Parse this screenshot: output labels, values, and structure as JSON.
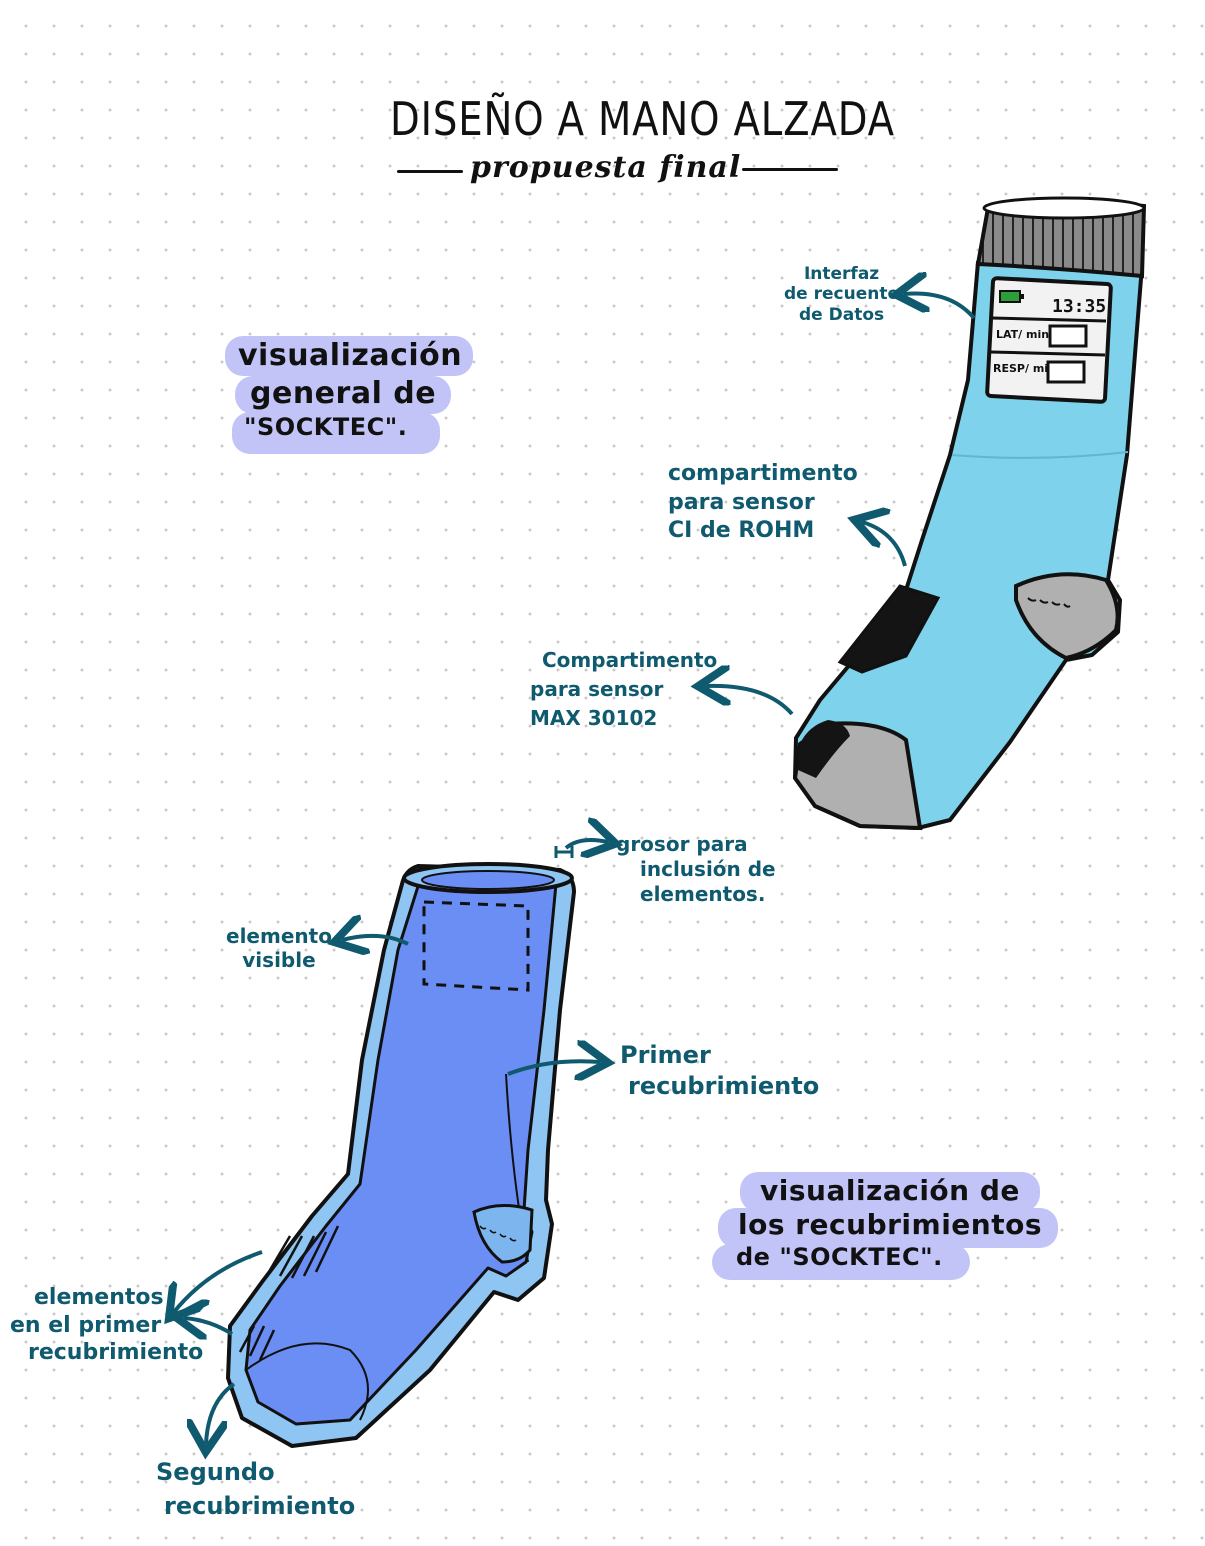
{
  "header": {
    "title": "DISEÑO A MANO ALZADA",
    "subtitle": "propuesta final"
  },
  "highlights": {
    "general": [
      "visualización",
      "general de",
      "\"SOCKTEC\"."
    ],
    "coverings": [
      "visualización de",
      "los recubrimientos",
      "de \"SOCKTEC\"."
    ]
  },
  "top_sock": {
    "screen": {
      "time": "13:35",
      "row1_label": "LAT/ min",
      "row2_label": "RESP/ min"
    },
    "annotations": {
      "interface": [
        "Interfaz",
        "de recuento",
        "de Datos"
      ],
      "ci_sensor": [
        "compartimento",
        "para sensor",
        "CI de ROHM"
      ],
      "max_sensor": [
        "Compartimento",
        "para sensor",
        "MAX 30102"
      ]
    }
  },
  "bottom_sock": {
    "annotations": {
      "thickness": [
        "grosor para",
        "inclusión de",
        "elementos."
      ],
      "visible": [
        "elemento",
        "visible"
      ],
      "first_cover": [
        "Primer",
        "recubrimiento"
      ],
      "elements": [
        "elementos",
        "en el primer",
        "recubrimiento"
      ],
      "second_cover": [
        "Segundo",
        "recubrimiento"
      ]
    }
  },
  "colors": {
    "ink": "#111111",
    "annotation": "#0f5a6e",
    "highlight": "#c2c4f8",
    "sock_light_blue": "#7ed2eb",
    "sock_gray": "#b0b0b0",
    "cover_outer": "#8ec5f3",
    "cover_inner": "#6b8ef5"
  }
}
